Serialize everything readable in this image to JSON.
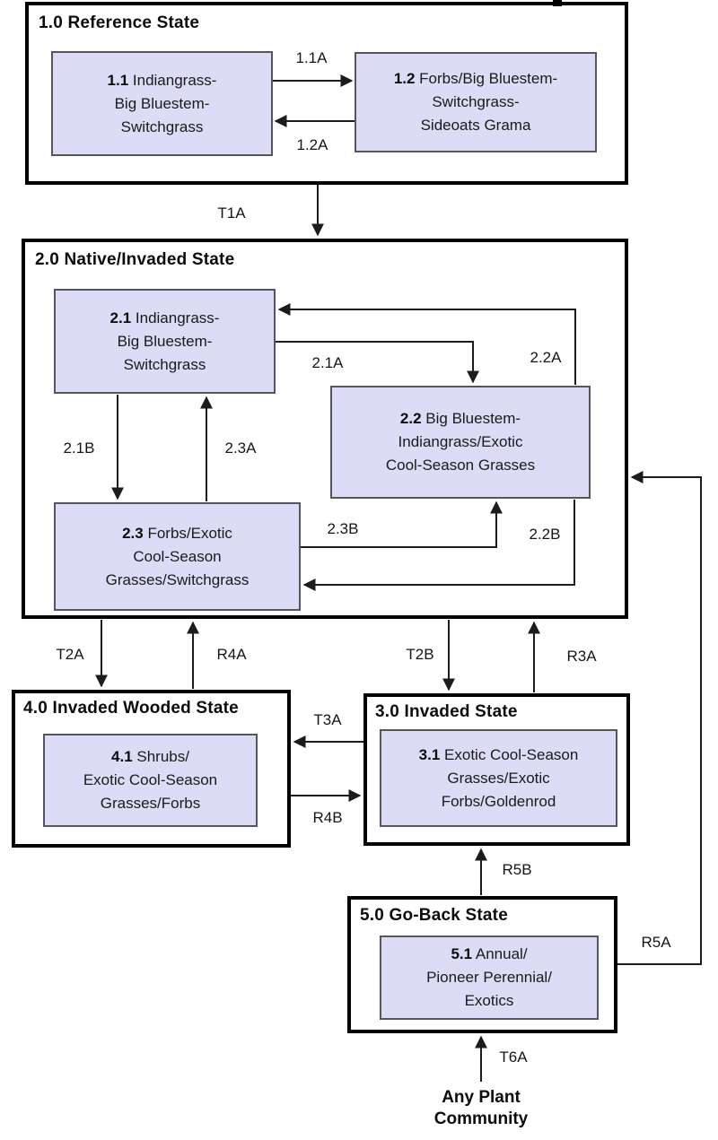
{
  "states": {
    "s1": {
      "title": "1.0 Reference State"
    },
    "s2": {
      "title": "2.0 Native/Invaded State"
    },
    "s3": {
      "title": "3.0 Invaded State"
    },
    "s4": {
      "title": "4.0 Invaded Wooded State"
    },
    "s5": {
      "title": "5.0 Go-Back State"
    }
  },
  "communities": {
    "c11": {
      "num": "1.1",
      "l1": " Indiangrass-",
      "l2": "Big Bluestem-",
      "l3": "Switchgrass"
    },
    "c12": {
      "num": "1.2",
      "l1": " Forbs/Big Bluestem-",
      "l2": "Switchgrass-",
      "l3": "Sideoats Grama"
    },
    "c21": {
      "num": "2.1",
      "l1": " Indiangrass-",
      "l2": "Big Bluestem-",
      "l3": "Switchgrass"
    },
    "c22": {
      "num": "2.2",
      "l1": " Big Bluestem-",
      "l2": "Indiangrass/Exotic",
      "l3": "Cool-Season Grasses"
    },
    "c23": {
      "num": "2.3",
      "l1": " Forbs/Exotic",
      "l2": "Cool-Season",
      "l3": "Grasses/Switchgrass"
    },
    "c31": {
      "num": "3.1",
      "l1": " Exotic Cool-Season",
      "l2": "Grasses/Exotic",
      "l3": "Forbs/Goldenrod"
    },
    "c41": {
      "num": "4.1",
      "l1": " Shrubs/",
      "l2": "Exotic Cool-Season",
      "l3": "Grasses/Forbs"
    },
    "c51": {
      "num": "5.1",
      "l1": " Annual/",
      "l2": "Pioneer Perennial/",
      "l3": "Exotics"
    }
  },
  "transitions": {
    "t11A": {
      "label": "1.1A",
      "from": "1.1",
      "to": "1.2"
    },
    "t12A": {
      "label": "1.2A",
      "from": "1.2",
      "to": "1.1"
    },
    "tT1A": {
      "label": "T1A",
      "from": "1.0",
      "to": "2.0"
    },
    "t21A": {
      "label": "2.1A",
      "from": "2.1",
      "to": "2.2"
    },
    "t22A": {
      "label": "2.2A",
      "from": "2.2",
      "to": "2.1"
    },
    "t21B": {
      "label": "2.1B",
      "from": "2.1",
      "to": "2.3"
    },
    "t23A": {
      "label": "2.3A",
      "from": "2.3",
      "to": "2.1"
    },
    "t23B": {
      "label": "2.3B",
      "from": "2.3",
      "to": "2.2"
    },
    "t22B": {
      "label": "2.2B",
      "from": "2.2",
      "to": "2.3"
    },
    "tT2A": {
      "label": "T2A",
      "from": "2.0",
      "to": "4.0"
    },
    "tR4A": {
      "label": "R4A",
      "from": "4.0",
      "to": "2.0"
    },
    "tT2B": {
      "label": "T2B",
      "from": "2.0",
      "to": "3.0"
    },
    "tR3A": {
      "label": "R3A",
      "from": "3.0",
      "to": "2.0"
    },
    "tT3A": {
      "label": "T3A",
      "from": "3.0",
      "to": "4.0"
    },
    "tR4B": {
      "label": "R4B",
      "from": "4.0",
      "to": "3.0"
    },
    "tR5B": {
      "label": "R5B",
      "from": "5.0",
      "to": "3.0"
    },
    "tR5A": {
      "label": "R5A",
      "from": "5.0",
      "to": "2.0"
    },
    "tT6A": {
      "label": "T6A",
      "from": "Any Plant Community",
      "to": "5.0"
    }
  },
  "external": {
    "l1": "Any Plant",
    "l2": "Community"
  },
  "colors": {
    "community_fill": "#dcdcf6",
    "community_border": "#55555d",
    "state_border": "#000000",
    "arrow": "#1c1c1c",
    "background": "#ffffff"
  }
}
